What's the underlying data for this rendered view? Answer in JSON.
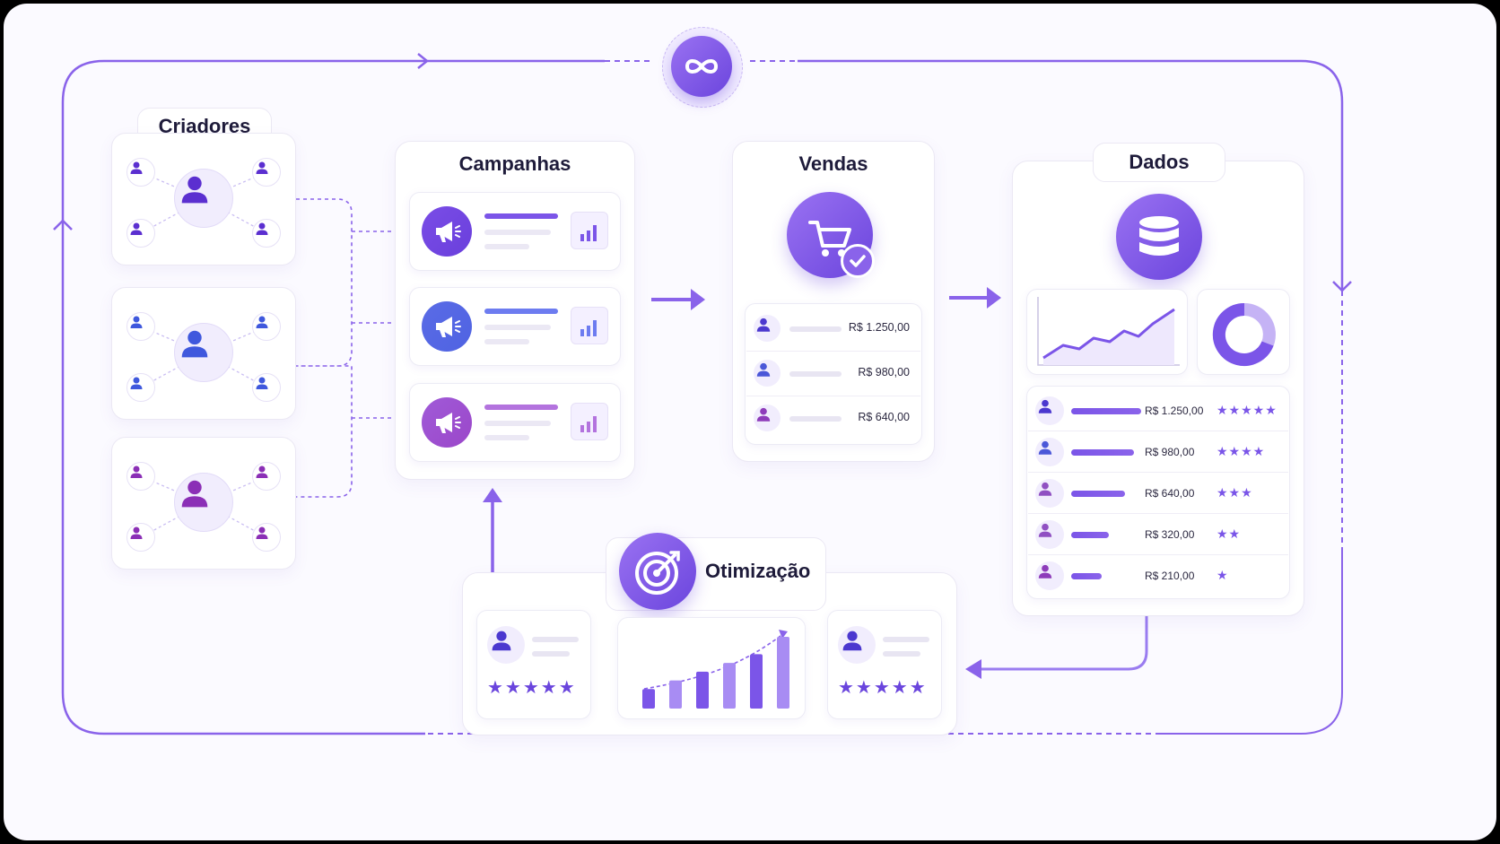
{
  "sections": {
    "criadores": "Criadores",
    "campanhas": "Campanhas",
    "vendas": "Vendas",
    "dados": "Dados",
    "otimizacao": "Otimização"
  },
  "colors": {
    "primary": "#7b55e8",
    "blue": "#5a6be6",
    "magenta": "#9b47c9",
    "line": "#8a63ea"
  },
  "icons": [
    "infinity-icon",
    "user-icon",
    "megaphone-icon",
    "bar-chart-icon",
    "cart-icon",
    "check-icon",
    "database-icon",
    "line-chart-icon",
    "donut-chart-icon",
    "target-icon",
    "star-icon"
  ],
  "vendas": {
    "rows": [
      {
        "amount": "R$ 1.250,00"
      },
      {
        "amount": "R$ 980,00"
      },
      {
        "amount": "R$ 640,00"
      }
    ]
  },
  "dados": {
    "rows": [
      {
        "amount": "R$ 1.250,00",
        "stars": 5,
        "stars_display": "★★★★★"
      },
      {
        "amount": "R$ 980,00",
        "stars": 4,
        "stars_display": "★★★★"
      },
      {
        "amount": "R$ 640,00",
        "stars": 3,
        "stars_display": "★★★"
      },
      {
        "amount": "R$ 320,00",
        "stars": 2,
        "stars_display": "★★"
      },
      {
        "amount": "R$ 210,00",
        "stars": 1,
        "stars_display": "★"
      }
    ]
  },
  "otimizacao": {
    "left_rating": 5,
    "left_rating_display": "★★★★★",
    "right_rating": 5,
    "right_rating_display": "★★★★★",
    "bar_levels": [
      1,
      2,
      3,
      4,
      5,
      7
    ]
  }
}
